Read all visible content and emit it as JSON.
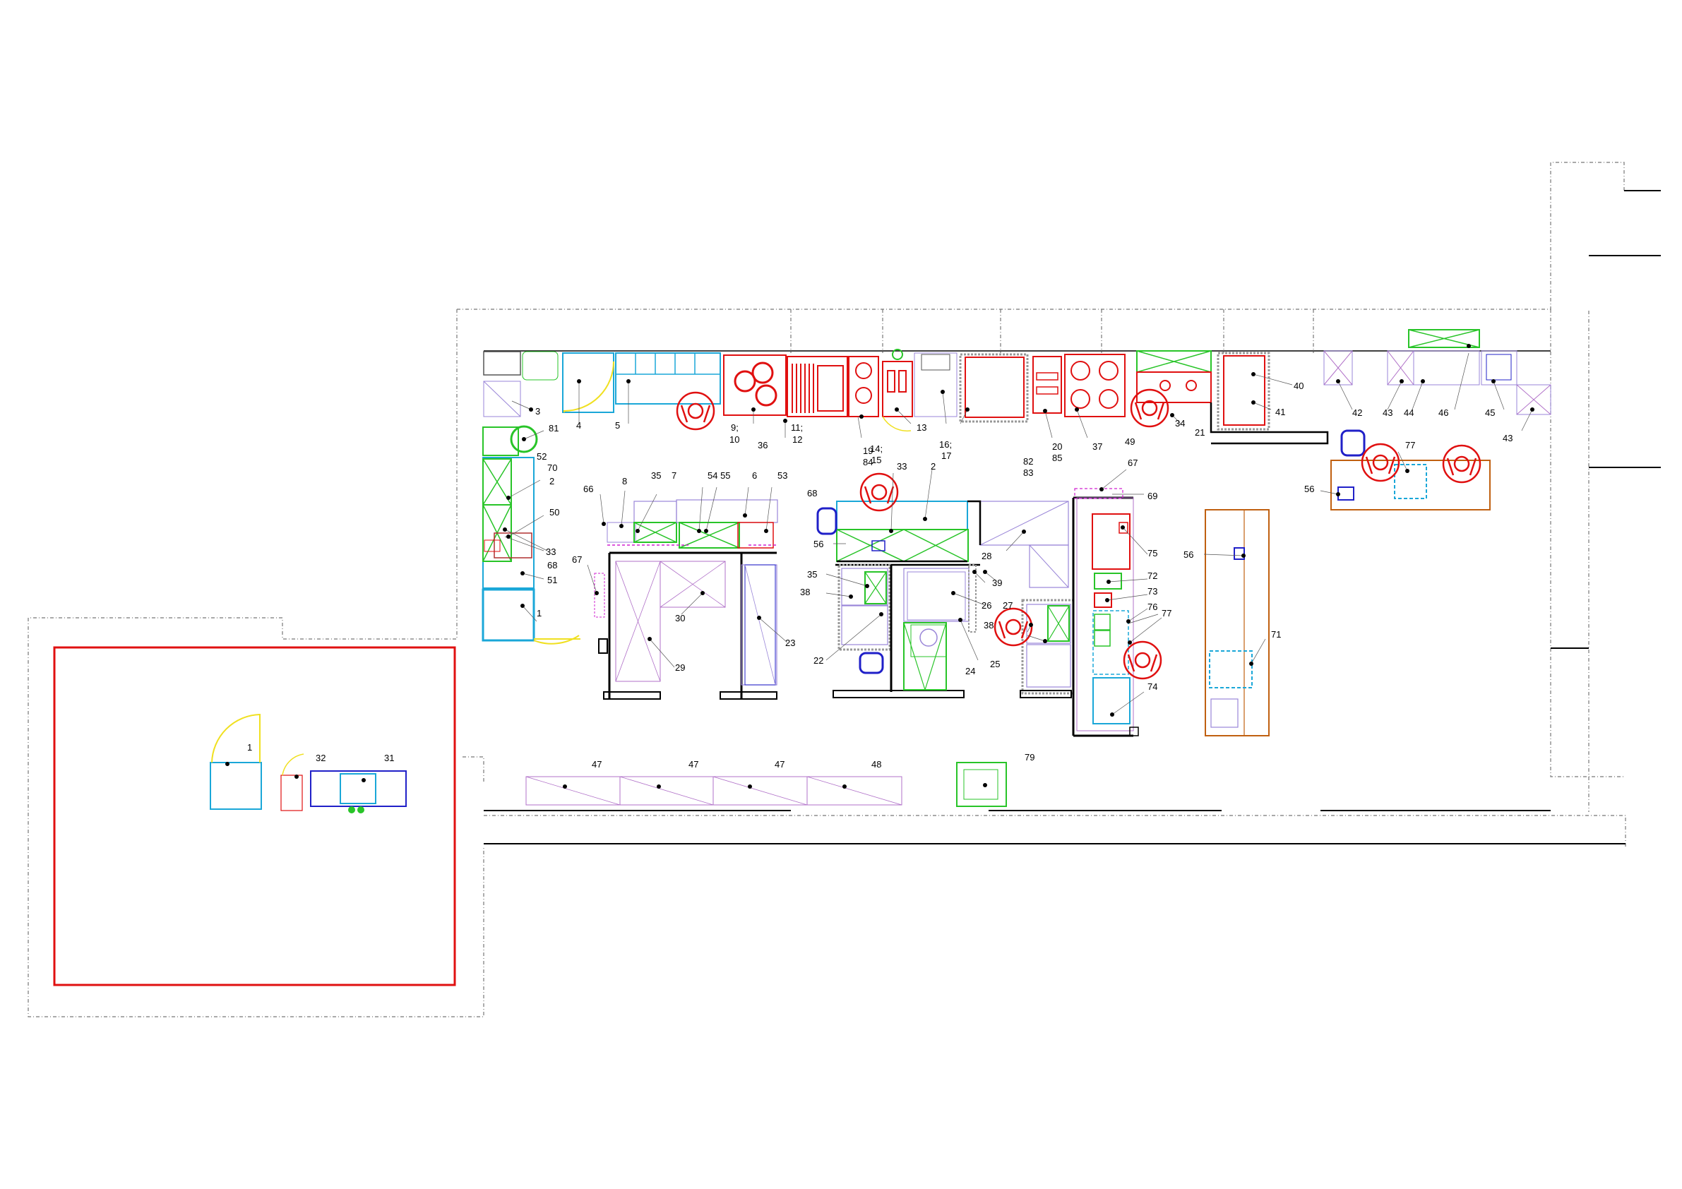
{
  "colors": {
    "kitchen_red": "#e01010",
    "cold_cyan": "#1aa7d8",
    "green": "#28c428",
    "purple": "#9a86d8",
    "violet": "#b070c8",
    "magenta": "#d020d0",
    "blue": "#2020c8",
    "orange": "#c06010",
    "yellow": "#f0e020"
  },
  "labels": [
    {
      "id": "3",
      "text": "3"
    },
    {
      "id": "4",
      "text": "4"
    },
    {
      "id": "5",
      "text": "5"
    },
    {
      "id": "9-10a",
      "text": "9;"
    },
    {
      "id": "9-10b",
      "text": "10"
    },
    {
      "id": "36a",
      "text": "36"
    },
    {
      "id": "11-12a",
      "text": "11;"
    },
    {
      "id": "11-12b",
      "text": "12"
    },
    {
      "id": "19-84a",
      "text": "19"
    },
    {
      "id": "19-84b",
      "text": "84"
    },
    {
      "id": "14-15a",
      "text": "14;"
    },
    {
      "id": "14-15b",
      "text": "15"
    },
    {
      "id": "13",
      "text": "13"
    },
    {
      "id": "16-17a",
      "text": "16;"
    },
    {
      "id": "16-17b",
      "text": "17"
    },
    {
      "id": "82-83a",
      "text": "82"
    },
    {
      "id": "82-83b",
      "text": "83"
    },
    {
      "id": "20-85a",
      "text": "20"
    },
    {
      "id": "20-85b",
      "text": "85"
    },
    {
      "id": "37",
      "text": "37"
    },
    {
      "id": "49",
      "text": "49"
    },
    {
      "id": "34",
      "text": "34"
    },
    {
      "id": "21",
      "text": "21"
    },
    {
      "id": "40",
      "text": "40"
    },
    {
      "id": "41",
      "text": "41"
    },
    {
      "id": "42",
      "text": "42"
    },
    {
      "id": "43a",
      "text": "43"
    },
    {
      "id": "44",
      "text": "44"
    },
    {
      "id": "46",
      "text": "46"
    },
    {
      "id": "45",
      "text": "45"
    },
    {
      "id": "43b",
      "text": "43"
    },
    {
      "id": "81",
      "text": "81"
    },
    {
      "id": "52",
      "text": "52"
    },
    {
      "id": "70",
      "text": "70"
    },
    {
      "id": "2a",
      "text": "2"
    },
    {
      "id": "50",
      "text": "50"
    },
    {
      "id": "33a",
      "text": "33"
    },
    {
      "id": "68a",
      "text": "68"
    },
    {
      "id": "51",
      "text": "51"
    },
    {
      "id": "1a",
      "text": "1"
    },
    {
      "id": "66",
      "text": "66"
    },
    {
      "id": "8",
      "text": "8"
    },
    {
      "id": "35a",
      "text": "35"
    },
    {
      "id": "7",
      "text": "7"
    },
    {
      "id": "54-55",
      "text": "54 55"
    },
    {
      "id": "6",
      "text": "6"
    },
    {
      "id": "53",
      "text": "53"
    },
    {
      "id": "68b",
      "text": "68"
    },
    {
      "id": "67a",
      "text": "67"
    },
    {
      "id": "30",
      "text": "30"
    },
    {
      "id": "29",
      "text": "29"
    },
    {
      "id": "23",
      "text": "23"
    },
    {
      "id": "33b",
      "text": "33"
    },
    {
      "id": "2b",
      "text": "2"
    },
    {
      "id": "56a",
      "text": "56"
    },
    {
      "id": "35b",
      "text": "35"
    },
    {
      "id": "38a",
      "text": "38"
    },
    {
      "id": "22",
      "text": "22"
    },
    {
      "id": "28",
      "text": "28"
    },
    {
      "id": "39",
      "text": "39"
    },
    {
      "id": "26",
      "text": "26"
    },
    {
      "id": "24",
      "text": "24"
    },
    {
      "id": "27",
      "text": "27"
    },
    {
      "id": "38b",
      "text": "38"
    },
    {
      "id": "25",
      "text": "25"
    },
    {
      "id": "67b",
      "text": "67"
    },
    {
      "id": "69",
      "text": "69"
    },
    {
      "id": "75",
      "text": "75"
    },
    {
      "id": "72",
      "text": "72"
    },
    {
      "id": "73",
      "text": "73"
    },
    {
      "id": "76",
      "text": "76"
    },
    {
      "id": "77a",
      "text": "77"
    },
    {
      "id": "74",
      "text": "74"
    },
    {
      "id": "56b",
      "text": "56"
    },
    {
      "id": "56c",
      "text": "56"
    },
    {
      "id": "71",
      "text": "71"
    },
    {
      "id": "77b",
      "text": "77"
    },
    {
      "id": "1b",
      "text": "1"
    },
    {
      "id": "32",
      "text": "32"
    },
    {
      "id": "31",
      "text": "31"
    },
    {
      "id": "47a",
      "text": "47"
    },
    {
      "id": "47b",
      "text": "47"
    },
    {
      "id": "47c",
      "text": "47"
    },
    {
      "id": "48",
      "text": "48"
    },
    {
      "id": "79",
      "text": "79"
    }
  ]
}
